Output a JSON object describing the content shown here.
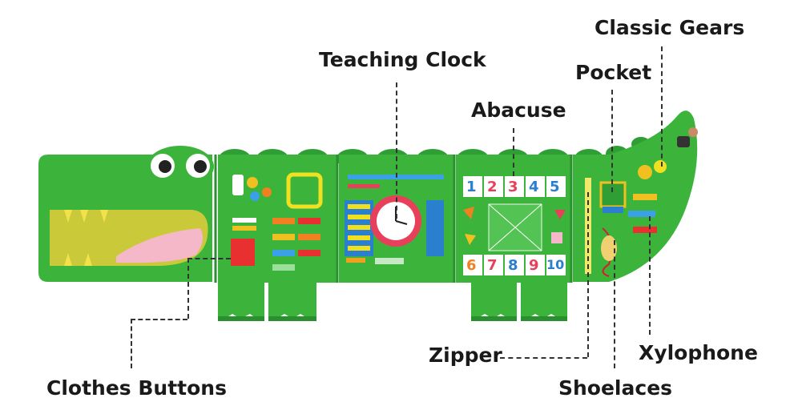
{
  "labels": {
    "teaching_clock": "Teaching Clock",
    "classic_gears": "Classic Gears",
    "pocket": "Pocket",
    "abacuse": "Abacuse",
    "clothes_buttons": "Clothes Buttons",
    "zipper": "Zipper",
    "xylophone": "Xylophone",
    "shoelaces": "Shoelaces"
  },
  "number_cards": [
    "1",
    "2",
    "3",
    "4",
    "5",
    "6",
    "7",
    "8",
    "9",
    "10"
  ],
  "colors": {
    "felt_green": "#3cb43c",
    "felt_dark": "#2a9a2e",
    "mouth": "#c9c93a",
    "tongue": "#f4b8c8",
    "clock_red": "#e8405a"
  }
}
